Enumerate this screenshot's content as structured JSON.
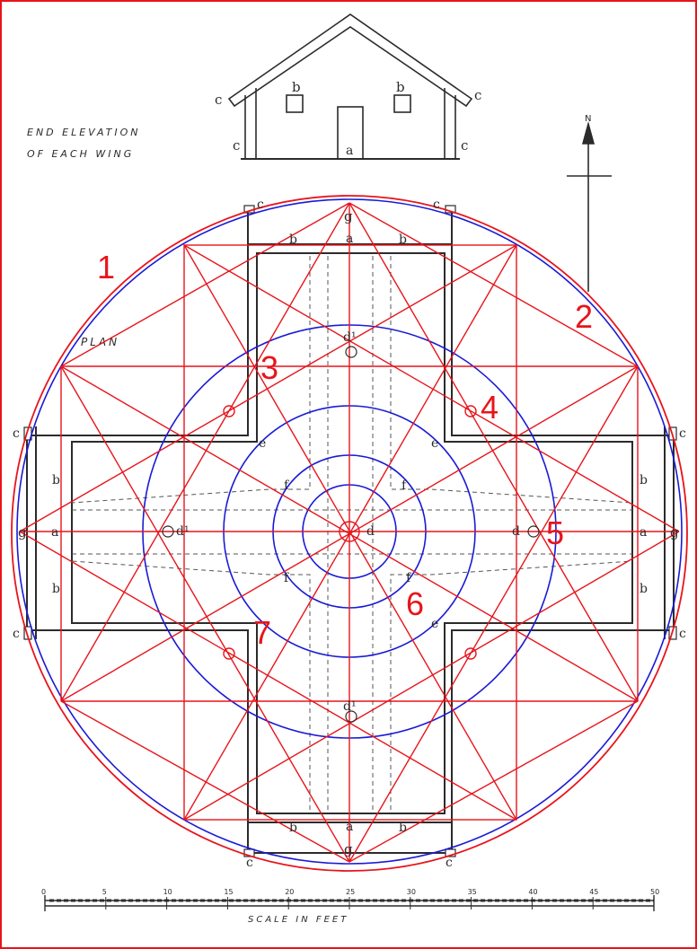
{
  "elevation": {
    "title_line1": "END ELEVATION",
    "title_line2": "OF EACH WING",
    "labels": {
      "a": "a",
      "b": "b",
      "c": "c"
    }
  },
  "plan": {
    "title": "PLAN",
    "north": "N",
    "letters": {
      "a": "a",
      "b": "b",
      "c": "c",
      "d": "d",
      "d1": "d¹",
      "e": "e",
      "f": "f",
      "g": "g"
    }
  },
  "markers": [
    "1",
    "2",
    "3",
    "4",
    "5",
    "6",
    "7"
  ],
  "scale": {
    "caption": "SCALE    IN    FEET",
    "ticks": [
      "0",
      "5",
      "10",
      "15",
      "20",
      "25",
      "30",
      "35",
      "40",
      "45",
      "50"
    ]
  },
  "colors": {
    "frame": "#e8141b",
    "red_lines": "#e8141b",
    "blue_circles": "#1a1ad6",
    "ink": "#2b2b2b",
    "marker_text": "#e8141b"
  }
}
